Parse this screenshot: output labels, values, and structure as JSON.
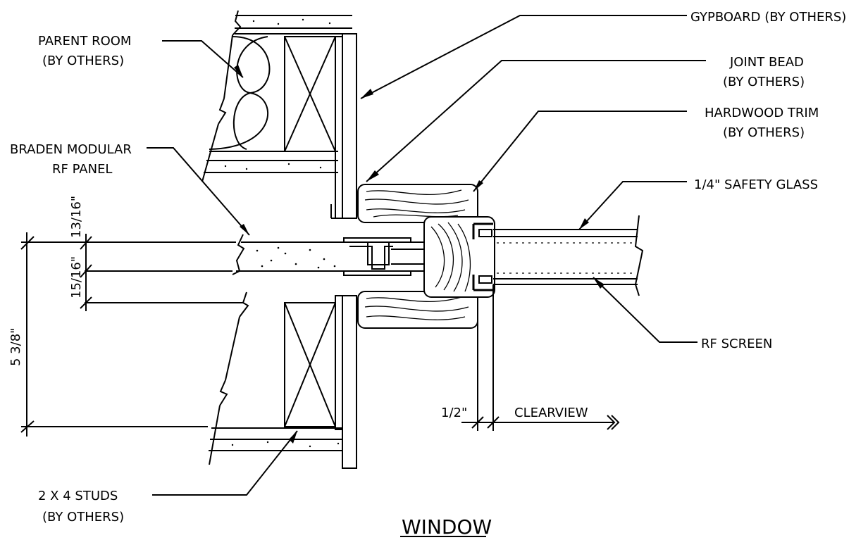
{
  "title": "WINDOW",
  "labels": {
    "gypboard": "GYPBOARD (BY OTHERS)",
    "parent_room_1": "PARENT ROOM",
    "parent_room_2": "(BY OTHERS)",
    "joint_bead_1": "JOINT BEAD",
    "joint_bead_2": "(BY OTHERS)",
    "hardwood_trim_1": "HARDWOOD TRIM",
    "hardwood_trim_2": "(BY OTHERS)",
    "braden_1": "BRADEN MODULAR",
    "braden_2": "RF PANEL",
    "safety_glass": "1/4\" SAFETY GLASS",
    "rf_screen": "RF SCREEN",
    "studs_1": "2 X 4 STUDS",
    "studs_2": "(BY OTHERS)"
  },
  "dimensions": {
    "d13_16": "13/16\"",
    "d15_16": "15/16\"",
    "d5_3_8": "5 3/8\"",
    "d1_2": "1/2\"",
    "clearview": "CLEARVIEW"
  },
  "colors": {
    "ink": "#000000",
    "paper": "#ffffff"
  }
}
